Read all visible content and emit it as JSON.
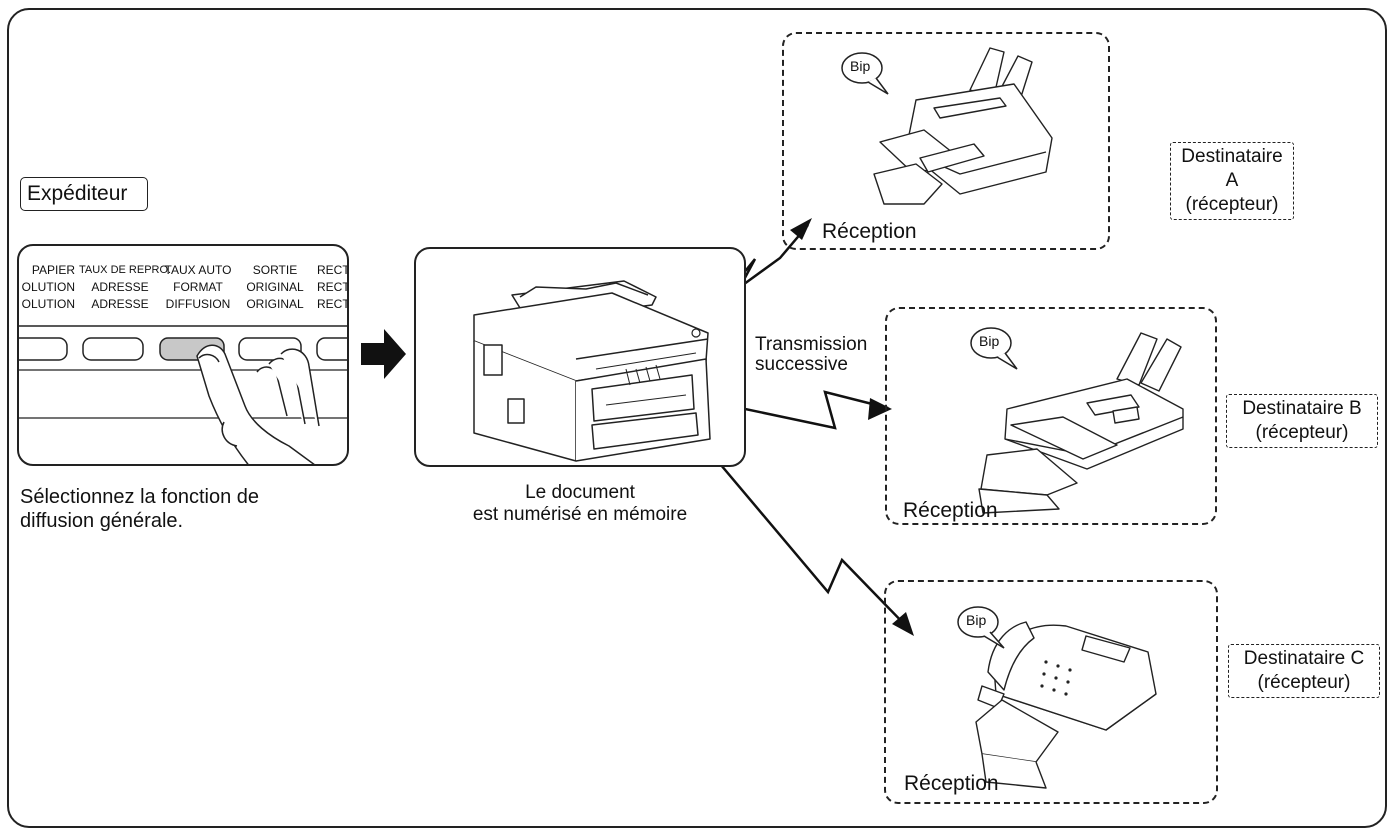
{
  "sender": {
    "title": "Expéditeur",
    "caption_line1": "Sélectionnez la fonction de",
    "caption_line2": "diffusion générale."
  },
  "control_panel": {
    "columns": [
      {
        "lines": [
          "PAPIER",
          "OLUTION",
          "OLUTION"
        ]
      },
      {
        "lines": [
          "TAUX DE REPRO.",
          "ADRESSE",
          "ADRESSE"
        ]
      },
      {
        "lines": [
          "TAUX AUTO",
          "FORMAT",
          "DIFFUSION"
        ]
      },
      {
        "lines": [
          "SORTIE",
          "ORIGINAL",
          "ORIGINAL"
        ]
      },
      {
        "lines": [
          "RECTO",
          "RECTO",
          "RECTO"
        ]
      }
    ],
    "pressed_button_color": "#c8c8c8"
  },
  "machine": {
    "caption_line1": "Le document",
    "caption_line2": "est numérisé en mémoire"
  },
  "transmission": {
    "line1": "Transmission",
    "line2": "successive"
  },
  "receivers": [
    {
      "beep": "Bip",
      "reception": "Réception",
      "name": "Destinataire A",
      "role": "(récepteur)"
    },
    {
      "beep": "Bip",
      "reception": "Réception",
      "name": "Destinataire B",
      "role": "(récepteur)"
    },
    {
      "beep": "Bip",
      "reception": "Réception",
      "name": "Destinataire C",
      "role": "(récepteur)"
    }
  ]
}
